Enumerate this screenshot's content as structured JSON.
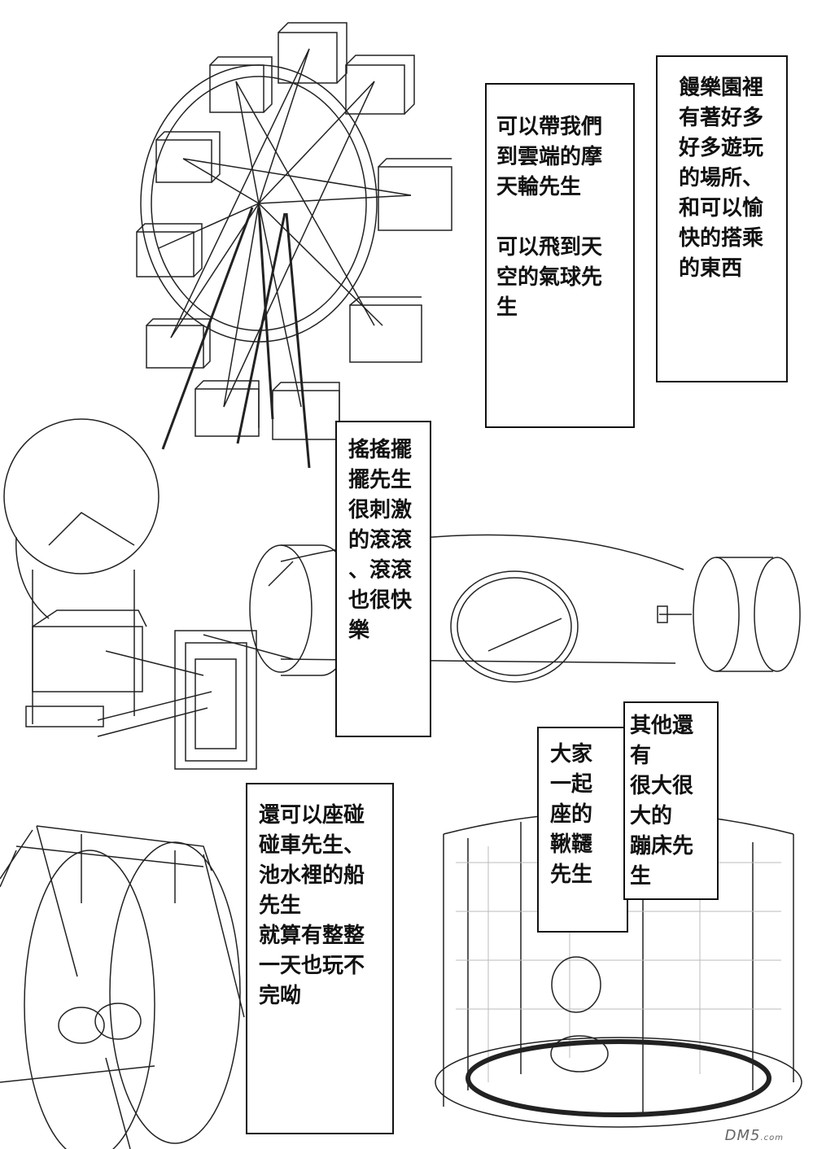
{
  "captions": {
    "c1": "饅樂園裡\n有著好多\n好多遊玩\n的場所、\n和可以愉\n快的搭乘\n的東西",
    "c2": "可以帶我們\n到雲端的摩\n天輪先生\n\n可以飛到天\n空的氣球先\n生",
    "c3": "搖搖擺\n擺先生\n很刺激\n的滾滾\n、滾滾\n也很快\n樂",
    "c4": "還可以座碰\n碰車先生、\n池水裡的船\n先生\n就算有整整\n一天也玩不\n完呦",
    "c5": "大家\n一起\n座的\n鞦韆\n先生",
    "c6": "其他還\n有\n很大很\n大的\n蹦床先\n生"
  },
  "watermark": {
    "main": "DM5",
    "suffix": ".com"
  }
}
